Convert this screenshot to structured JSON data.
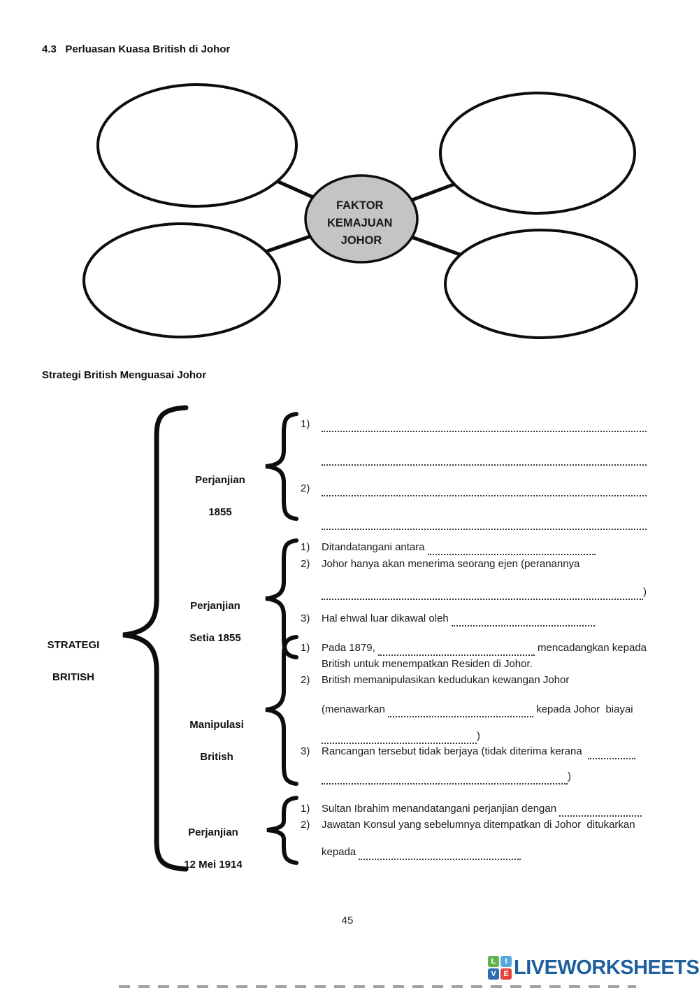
{
  "page": {
    "title": "4.3   Perluasan Kuasa British di Johor",
    "page_number": "45"
  },
  "diagram": {
    "center_label_lines": [
      "FAKTOR",
      "KEMAJUAN",
      "JOHOR"
    ],
    "center_fill": "#c4c4c4"
  },
  "strategy": {
    "heading": "Strategi British Menguasai Johor",
    "root_label_lines": [
      "STRATEGI",
      "BRITISH"
    ],
    "sections": [
      {
        "label_lines": [
          "Perjanjian",
          "1855"
        ],
        "rows": [
          {
            "num": "1)",
            "before": "",
            "leader": "fill",
            "after": "",
            "mt": 0
          },
          {
            "num": "",
            "before": "",
            "leader": "fill",
            "after": "",
            "mt": 26
          },
          {
            "num": "2)",
            "before": "",
            "leader": "fill",
            "after": "",
            "mt": 22
          },
          {
            "num": "",
            "before": "",
            "leader": "fill",
            "after": "",
            "mt": 26
          }
        ]
      },
      {
        "label_lines": [
          "Perjanjian",
          "Setia 1855"
        ],
        "rows": [
          {
            "num": "1)",
            "before": "Ditandatangani antara ",
            "leader": 240,
            "after": "",
            "mt": 0
          },
          {
            "num": "2)",
            "before": "Johor hanya akan menerima seorang ejen (peranannya",
            "leader": 0,
            "after": "",
            "mt": 2
          },
          {
            "num": "",
            "before": "",
            "leader": "fill",
            "after": ")",
            "mt": 18
          },
          {
            "num": "3)",
            "before": "Hal ehwal luar dikawal oleh ",
            "leader": 205,
            "after": "",
            "mt": 16
          }
        ]
      },
      {
        "label_lines": [
          "Manipulasi",
          "British"
        ],
        "rows": [
          {
            "num": "1)",
            "before": "Pada 1879, ",
            "leader": 250,
            "after": " mencadangkan kepada",
            "mt": 0
          },
          {
            "num": "",
            "before": "British untuk menempatkan Residen di Johor.",
            "leader": 0,
            "after": "",
            "mt": 1
          },
          {
            "num": "2)",
            "before": "British memanipulasikan kedudukan kewangan Johor",
            "leader": 0,
            "after": "",
            "mt": 1
          },
          {
            "num": "",
            "before": "(menawarkan ",
            "leader": 208,
            "after": " kepada Johor  biayai",
            "mt": 20
          },
          {
            "num": "",
            "before": "",
            "leader": 222,
            "after": ")",
            "mt": 16
          },
          {
            "num": "3)",
            "before": "Rancangan tersebut tidak berjaya (tidak diterima kerana  ",
            "leader": 68,
            "after": "",
            "mt": 0
          },
          {
            "num": "",
            "before": "",
            "leader": 352,
            "after": ")",
            "mt": 14
          }
        ]
      },
      {
        "label_lines": [
          "Perjanjian",
          "12 Mei 1914"
        ],
        "rows": [
          {
            "num": "1)",
            "before": "Sultan Ibrahim menandatangani perjanjian dengan ",
            "leader": 118,
            "after": "",
            "mt": 0
          },
          {
            "num": "2)",
            "before": "Jawatan Konsul yang sebelumnya ditempatkan di Johor  ditukarkan",
            "leader": 0,
            "after": "",
            "mt": 1
          },
          {
            "num": "",
            "before": "kepada ",
            "leader": 232,
            "after": "",
            "mt": 17
          }
        ]
      }
    ]
  },
  "footer": {
    "logo_text": "LIVEWORKSHEETS",
    "logo_color": "#1e5f9e",
    "logo_tiles": [
      {
        "ch": "L",
        "color": "#62b44e"
      },
      {
        "ch": "I",
        "color": "#58a8e0"
      },
      {
        "ch": "V",
        "color": "#2e6db4"
      },
      {
        "ch": "E",
        "color": "#e2453c"
      }
    ]
  }
}
